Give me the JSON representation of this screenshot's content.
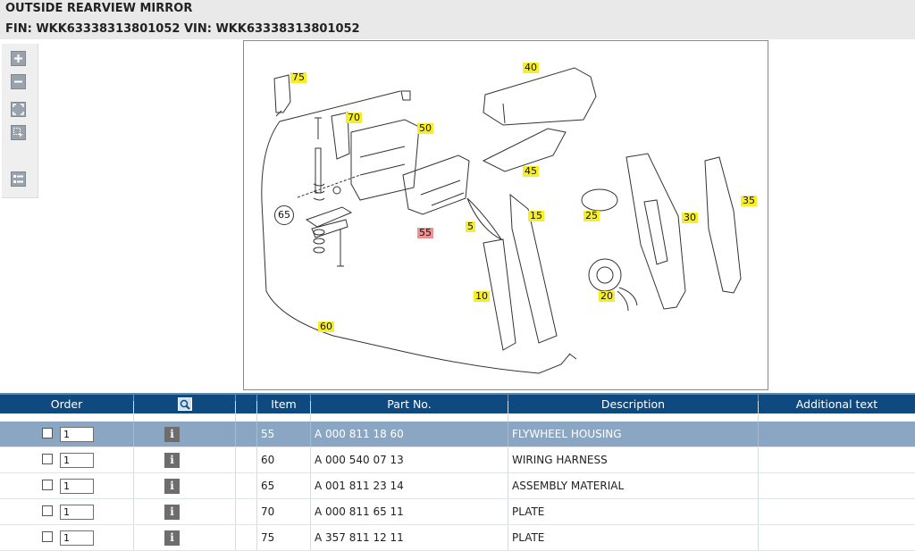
{
  "header": {
    "title": "OUTSIDE REARVIEW MIRROR",
    "fin_vin": "FIN: WKK63338313801052 VIN: WKK63338313801052"
  },
  "toolbar": {
    "buttons": [
      {
        "name": "zoom-in-button",
        "icon": "plus-icon"
      },
      {
        "name": "zoom-out-button",
        "icon": "minus-icon"
      },
      {
        "name": "fit-screen-button",
        "icon": "fullscreen-icon"
      },
      {
        "name": "select-area-button",
        "icon": "select-area-icon"
      },
      {
        "name": "list-view-button",
        "icon": "list-icon"
      }
    ]
  },
  "diagram": {
    "callouts": [
      "75",
      "70",
      "50",
      "40",
      "45",
      "65",
      "55",
      "5",
      "15",
      "25",
      "30",
      "35",
      "10",
      "20",
      "60"
    ]
  },
  "table": {
    "columns": {
      "order": "Order",
      "search_icon": "search-icon",
      "item": "Item",
      "part_no": "Part No.",
      "description": "Description",
      "additional": "Additional text"
    },
    "rows": [
      {
        "qty": "1",
        "item": "55",
        "part_no": "A 000 811 18 60",
        "description": "FLYWHEEL HOUSING",
        "additional": "",
        "selected": true
      },
      {
        "qty": "1",
        "item": "60",
        "part_no": "A 000 540 07 13",
        "description": "WIRING HARNESS",
        "additional": ""
      },
      {
        "qty": "1",
        "item": "65",
        "part_no": "A 001 811 23 14",
        "description": "ASSEMBLY MATERIAL",
        "additional": ""
      },
      {
        "qty": "1",
        "item": "70",
        "part_no": "A 000 811 65 11",
        "description": "PLATE",
        "additional": ""
      },
      {
        "qty": "1",
        "item": "75",
        "part_no": "A 357 811 12 11",
        "description": "PLATE",
        "additional": ""
      }
    ],
    "info_glyph": "i"
  },
  "colors": {
    "header_bg": "#e9e9e9",
    "table_head_bg": "#0e4a80",
    "selected_row_bg": "#8aa6c2",
    "callout_yellow": "#f7ee2a",
    "callout_red": "#f09090"
  }
}
